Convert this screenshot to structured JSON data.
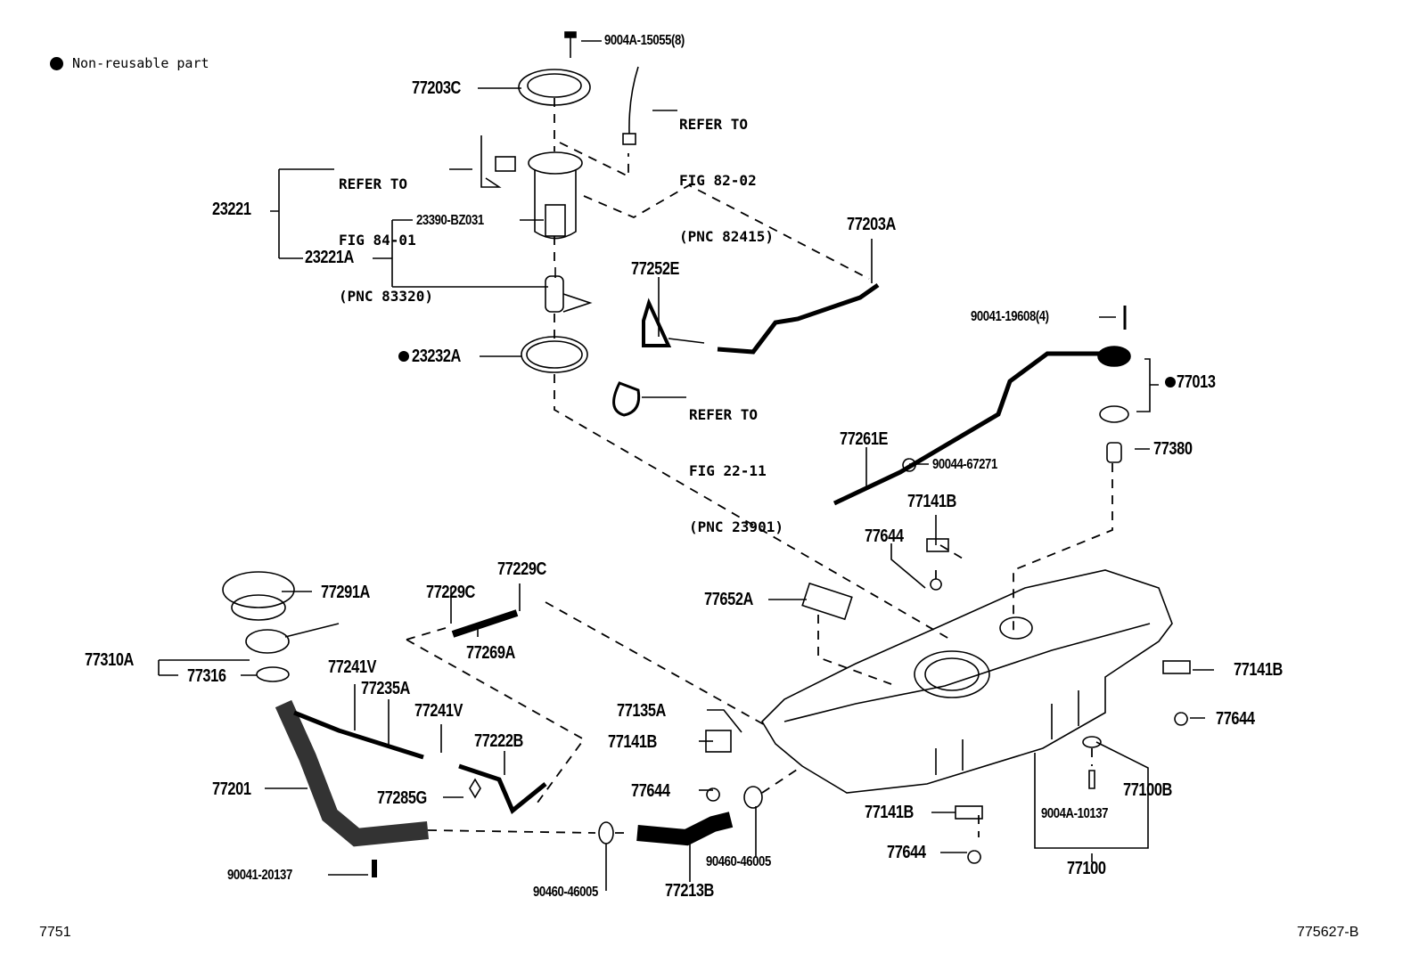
{
  "legend": {
    "marker": "filled-circle",
    "text": "Non-reusable part"
  },
  "figure_code_left": "7751",
  "figure_code_right": "775627-B",
  "references": [
    {
      "id": "ref-fig-84-01",
      "lines": [
        "REFER TO",
        "FIG 84-01",
        "(PNC 83320)"
      ]
    },
    {
      "id": "ref-fig-82-02",
      "lines": [
        "REFER TO",
        "FIG 82-02",
        "(PNC 82415)"
      ]
    },
    {
      "id": "ref-fig-22-11",
      "lines": [
        "REFER TO",
        "FIG 22-11",
        "(PNC 23901)"
      ]
    }
  ],
  "parts": [
    {
      "id": "9004A-15055",
      "label": "9004A-15055(8)",
      "non_reusable": false
    },
    {
      "id": "77203C",
      "label": "77203C",
      "non_reusable": false
    },
    {
      "id": "23221",
      "label": "23221",
      "non_reusable": false
    },
    {
      "id": "23221A",
      "label": "23221A",
      "non_reusable": false
    },
    {
      "id": "23390-BZ031",
      "label": "23390-BZ031",
      "non_reusable": false
    },
    {
      "id": "23232A",
      "label": "23232A",
      "non_reusable": true
    },
    {
      "id": "77203A",
      "label": "77203A",
      "non_reusable": false
    },
    {
      "id": "77252E",
      "label": "77252E",
      "non_reusable": false
    },
    {
      "id": "90041-19608",
      "label": "90041-19608(4)",
      "non_reusable": false
    },
    {
      "id": "77013",
      "label": "77013",
      "non_reusable": true
    },
    {
      "id": "77380",
      "label": "77380",
      "non_reusable": false
    },
    {
      "id": "77261E",
      "label": "77261E",
      "non_reusable": false
    },
    {
      "id": "90044-67271",
      "label": "90044-67271",
      "non_reusable": false
    },
    {
      "id": "77141B-a",
      "label": "77141B",
      "non_reusable": false
    },
    {
      "id": "77644-a",
      "label": "77644",
      "non_reusable": false
    },
    {
      "id": "77652A",
      "label": "77652A",
      "non_reusable": false
    },
    {
      "id": "77291A",
      "label": "77291A",
      "non_reusable": false
    },
    {
      "id": "77310A",
      "label": "77310A",
      "non_reusable": false
    },
    {
      "id": "77316",
      "label": "77316",
      "non_reusable": false
    },
    {
      "id": "77229C-a",
      "label": "77229C",
      "non_reusable": false
    },
    {
      "id": "77229C-b",
      "label": "77229C",
      "non_reusable": false
    },
    {
      "id": "77269A",
      "label": "77269A",
      "non_reusable": false
    },
    {
      "id": "77241V-a",
      "label": "77241V",
      "non_reusable": false
    },
    {
      "id": "77235A",
      "label": "77235A",
      "non_reusable": false
    },
    {
      "id": "77241V-b",
      "label": "77241V",
      "non_reusable": false
    },
    {
      "id": "77222B",
      "label": "77222B",
      "non_reusable": false
    },
    {
      "id": "77201",
      "label": "77201",
      "non_reusable": false
    },
    {
      "id": "77285G",
      "label": "77285G",
      "non_reusable": false
    },
    {
      "id": "90041-20137",
      "label": "90041-20137",
      "non_reusable": false
    },
    {
      "id": "77135A",
      "label": "77135A",
      "non_reusable": false
    },
    {
      "id": "77141B-b",
      "label": "77141B",
      "non_reusable": false
    },
    {
      "id": "77644-b",
      "label": "77644",
      "non_reusable": false
    },
    {
      "id": "90460-46005-a",
      "label": "90460-46005",
      "non_reusable": false
    },
    {
      "id": "77213B",
      "label": "77213B",
      "non_reusable": false
    },
    {
      "id": "90460-46005-b",
      "label": "90460-46005",
      "non_reusable": false
    },
    {
      "id": "77141B-c",
      "label": "77141B",
      "non_reusable": false
    },
    {
      "id": "77644-c",
      "label": "77644",
      "non_reusable": false
    },
    {
      "id": "77141B-d",
      "label": "77141B",
      "non_reusable": false
    },
    {
      "id": "77644-d",
      "label": "77644",
      "non_reusable": false
    },
    {
      "id": "9004A-10137",
      "label": "9004A-10137",
      "non_reusable": false
    },
    {
      "id": "77100B",
      "label": "77100B",
      "non_reusable": false
    },
    {
      "id": "77100",
      "label": "77100",
      "non_reusable": false
    }
  ]
}
